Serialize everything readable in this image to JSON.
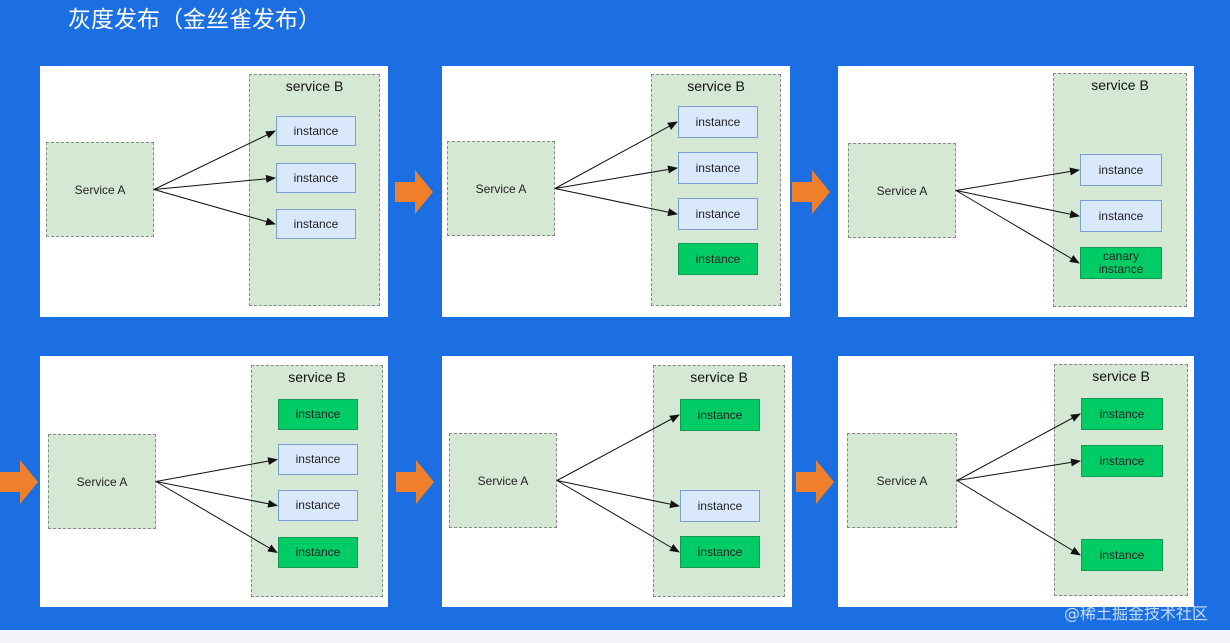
{
  "title": "灰度发布（金丝雀发布）",
  "watermark": "@稀土掘金技术社区",
  "colors": {
    "background": "#1b6fe3",
    "service_fill": "#d5e8d4",
    "old_instance": "#dae8fc",
    "new_instance": "#00cc66",
    "step_arrow": "#f07f2c"
  },
  "labels": {
    "service_a": "Service A",
    "service_b": "service B",
    "instance": "instance",
    "canary_instance": "canary instance"
  },
  "steps": [
    {
      "step": 1,
      "instances": [
        "old",
        "old",
        "old"
      ],
      "routed": [
        true,
        true,
        true
      ]
    },
    {
      "step": 2,
      "instances": [
        "old",
        "old",
        "old",
        "new"
      ],
      "routed": [
        true,
        true,
        true,
        false
      ]
    },
    {
      "step": 3,
      "instances": [
        "old",
        "old",
        "canary"
      ],
      "routed": [
        true,
        true,
        true
      ]
    },
    {
      "step": 4,
      "instances": [
        "new",
        "old",
        "old",
        "new"
      ],
      "routed": [
        false,
        true,
        true,
        true
      ]
    },
    {
      "step": 5,
      "instances": [
        "new",
        "old",
        "new"
      ],
      "routed": [
        true,
        true,
        true
      ]
    },
    {
      "step": 6,
      "instances": [
        "new",
        "new",
        "new"
      ],
      "routed": [
        true,
        true,
        true
      ]
    }
  ]
}
